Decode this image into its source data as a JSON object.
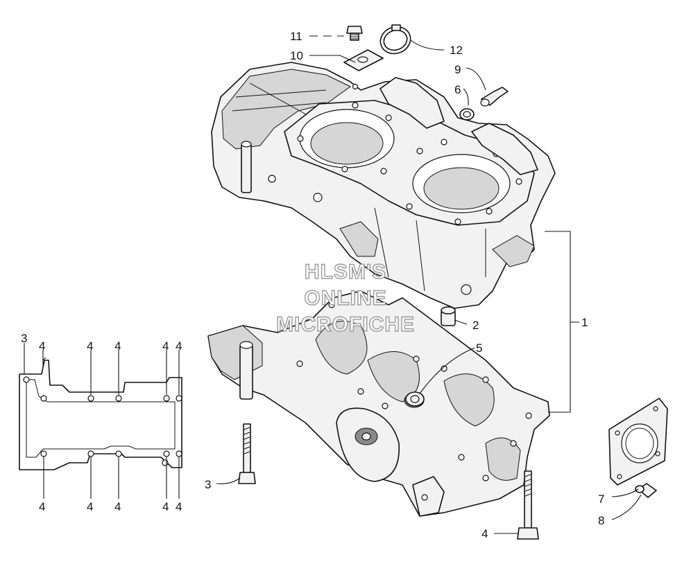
{
  "watermark": {
    "line1": "HLSM'S",
    "line2": "ONLINE",
    "line3": "MICROFICHE"
  },
  "callouts": {
    "p1": "1",
    "p2": "2",
    "p3_left": "3",
    "p3_bolt": "3",
    "p4_top_a": "4",
    "p4_top_b": "4",
    "p4_top_c": "4",
    "p4_top_d": "4",
    "p4_top_e": "4",
    "p4_bot_a": "4",
    "p4_bot_b": "4",
    "p4_bot_c": "4",
    "p4_bot_d": "4",
    "p4_bot_e": "4",
    "p4_bolt": "4",
    "p5": "5",
    "p6": "6",
    "p7": "7",
    "p8": "8",
    "p9": "9",
    "p10": "10",
    "p11": "11",
    "p12": "12"
  }
}
